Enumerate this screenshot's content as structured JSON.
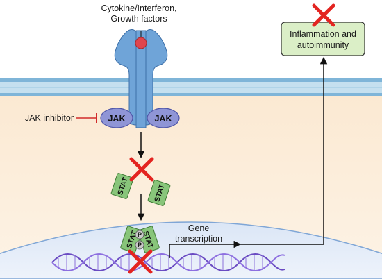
{
  "ligand_label": {
    "line1": "Cytokine/Interferon,",
    "line2": "Growth factors"
  },
  "inhibitor_label": "JAK inhibitor",
  "jak_label": "JAK",
  "stat_label": "STAT",
  "phospho_label": "P",
  "outcome_label": {
    "line1": "Inflammation and",
    "line2": "autoimmunity"
  },
  "transcription_label": {
    "line1": "Gene",
    "line2": "transcription"
  },
  "colors": {
    "extracellular": "#ffffff",
    "cytoplasm": "#fdf1e0",
    "membrane": "#a9cfe6",
    "membrane_edge": "#6aa8d0",
    "nucleus": "#e3ecf8",
    "receptor": "#6fa4d8",
    "ligand": "#e0454e",
    "jak": "#8f95d6",
    "stat": "#88c57a",
    "outcome_box": "#dbefc7",
    "block_x": "#e32420",
    "inhibitor_line": "#d12a2a",
    "dna": "#6a4bc2"
  }
}
